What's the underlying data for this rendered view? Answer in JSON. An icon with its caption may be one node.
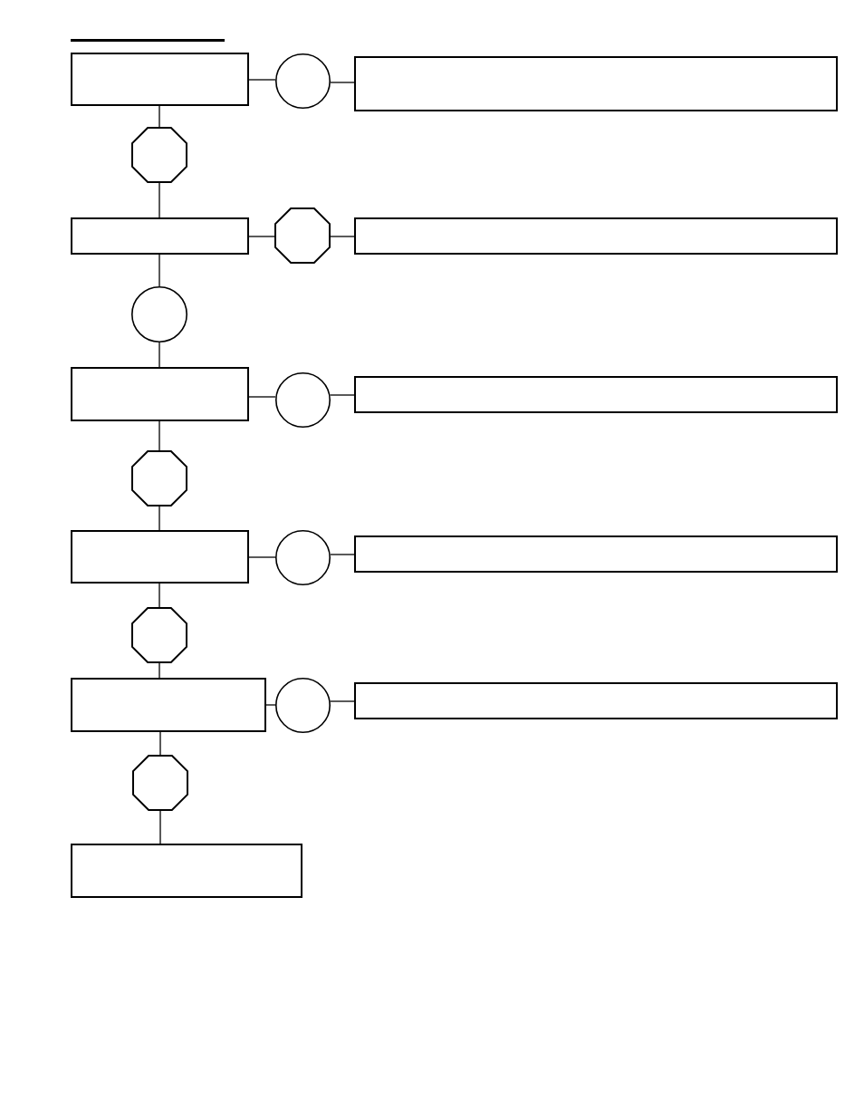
{
  "diagram": {
    "nodes": [
      {
        "text": [],
        "shape": "box"
      },
      {
        "text": [],
        "shape": "circle"
      },
      {
        "text": [],
        "shape": "box"
      },
      {
        "text": [],
        "shape": "octagon"
      },
      {
        "text": [],
        "shape": "box"
      },
      {
        "text": [],
        "shape": "octagon"
      },
      {
        "text": [],
        "shape": "box"
      },
      {
        "text": [],
        "shape": "circle"
      },
      {
        "text": [],
        "shape": "box"
      },
      {
        "text": [],
        "shape": "circle"
      },
      {
        "text": [],
        "shape": "box"
      },
      {
        "text": [],
        "shape": "octagon"
      },
      {
        "text": [],
        "shape": "box"
      },
      {
        "text": [],
        "shape": "circle"
      },
      {
        "text": [],
        "shape": "box"
      },
      {
        "text": [],
        "shape": "octagon"
      },
      {
        "text": [],
        "shape": "box"
      },
      {
        "text": [],
        "shape": "circle"
      },
      {
        "text": [],
        "shape": "box"
      },
      {
        "text": [],
        "shape": "octagon"
      },
      {
        "text": [],
        "shape": "box"
      }
    ],
    "edges": [
      {
        "from": 0,
        "to": 1,
        "arrow": "none"
      },
      {
        "from": 1,
        "to": 2,
        "arrow": "none"
      },
      {
        "from": 0,
        "to": 3,
        "arrow": "none"
      },
      {
        "from": 3,
        "to": 4,
        "arrow": "none"
      },
      {
        "from": 4,
        "to": 5,
        "arrow": "none"
      },
      {
        "from": 5,
        "to": 6,
        "arrow": "none"
      },
      {
        "from": 4,
        "to": 7,
        "arrow": "none"
      },
      {
        "from": 7,
        "to": 8,
        "arrow": "none"
      },
      {
        "from": 8,
        "to": 9,
        "arrow": "none"
      },
      {
        "from": 9,
        "to": 10,
        "arrow": "none"
      },
      {
        "from": 8,
        "to": 11,
        "arrow": "none"
      },
      {
        "from": 11,
        "to": 12,
        "arrow": "none"
      },
      {
        "from": 12,
        "to": 13,
        "arrow": "none"
      },
      {
        "from": 13,
        "to": 14,
        "arrow": "none"
      },
      {
        "from": 12,
        "to": 15,
        "arrow": "none"
      },
      {
        "from": 15,
        "to": 16,
        "arrow": "none"
      },
      {
        "from": 16,
        "to": 17,
        "arrow": "none"
      },
      {
        "from": 17,
        "to": 18,
        "arrow": "none"
      },
      {
        "from": 16,
        "to": 19,
        "arrow": "none"
      },
      {
        "from": 19,
        "to": 20,
        "arrow": "none"
      }
    ]
  }
}
